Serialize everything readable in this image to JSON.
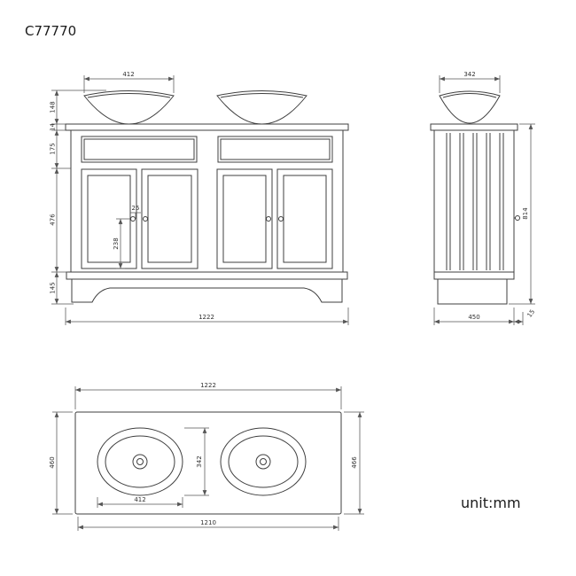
{
  "title": "C77770",
  "unit_label": "unit:mm",
  "line_color": "#3f3f3f",
  "dim_color": "#555555",
  "front_view": {
    "sink_width": "412",
    "sink_height": "148",
    "counter_thickness": "14",
    "top_rail_height": "175",
    "door_height": "476",
    "knob_offset": "25",
    "knob_to_bottom": "238",
    "base_height": "145",
    "total_width": "1222"
  },
  "side_view": {
    "sink_width": "342",
    "cabinet_height": "814",
    "depth": "450",
    "back_offset": "15"
  },
  "plan_view": {
    "total_width": "1222",
    "depth_left": "460",
    "depth_right": "466",
    "basin_length": "342",
    "basin_width": "412",
    "inner_width": "1210"
  }
}
